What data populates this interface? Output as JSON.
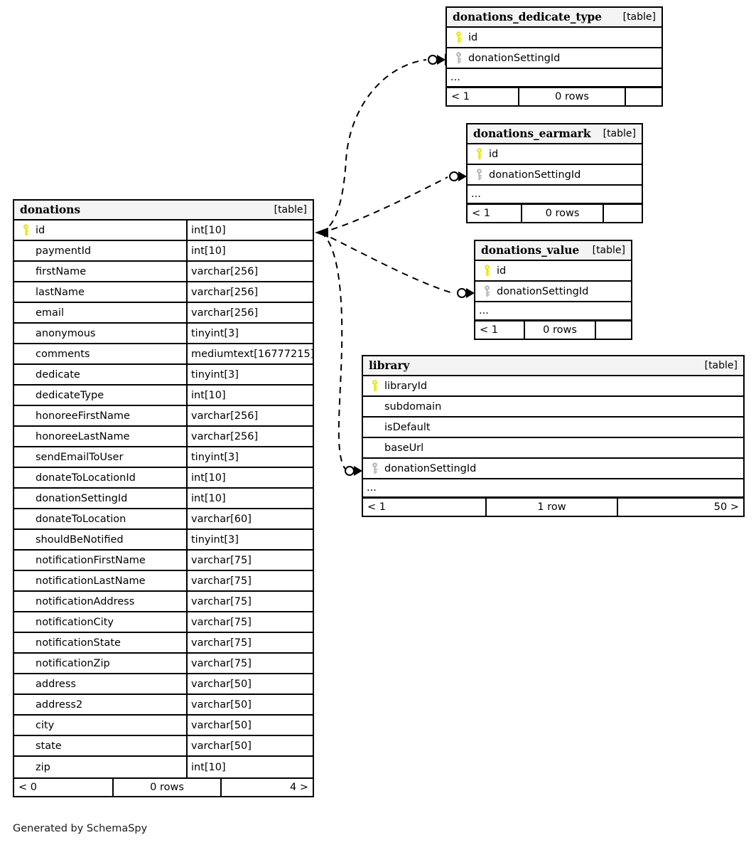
{
  "diagram": {
    "credit": "Generated by SchemaSpy",
    "table_tag": "[table]",
    "ellipsis": "...",
    "icons": {
      "pk": "primary-key-icon",
      "fk": "foreign-key-icon"
    },
    "colors": {
      "pk_key": "#e8e800",
      "fk_key": "#b8b8b8",
      "header_bg": "#f4f4f4",
      "border": "#000000",
      "edge": "#000000"
    }
  },
  "tables": {
    "donations": {
      "name": "donations",
      "tag": "[table]",
      "columns": [
        {
          "key": "pk",
          "name": "id",
          "type": "int[10]"
        },
        {
          "key": "",
          "name": "paymentId",
          "type": "int[10]"
        },
        {
          "key": "",
          "name": "firstName",
          "type": "varchar[256]"
        },
        {
          "key": "",
          "name": "lastName",
          "type": "varchar[256]"
        },
        {
          "key": "",
          "name": "email",
          "type": "varchar[256]"
        },
        {
          "key": "",
          "name": "anonymous",
          "type": "tinyint[3]"
        },
        {
          "key": "",
          "name": "comments",
          "type": "mediumtext[16777215]"
        },
        {
          "key": "",
          "name": "dedicate",
          "type": "tinyint[3]"
        },
        {
          "key": "",
          "name": "dedicateType",
          "type": "int[10]"
        },
        {
          "key": "",
          "name": "honoreeFirstName",
          "type": "varchar[256]"
        },
        {
          "key": "",
          "name": "honoreeLastName",
          "type": "varchar[256]"
        },
        {
          "key": "",
          "name": "sendEmailToUser",
          "type": "tinyint[3]"
        },
        {
          "key": "",
          "name": "donateToLocationId",
          "type": "int[10]"
        },
        {
          "key": "",
          "name": "donationSettingId",
          "type": "int[10]"
        },
        {
          "key": "",
          "name": "donateToLocation",
          "type": "varchar[60]"
        },
        {
          "key": "",
          "name": "shouldBeNotified",
          "type": "tinyint[3]"
        },
        {
          "key": "",
          "name": "notificationFirstName",
          "type": "varchar[75]"
        },
        {
          "key": "",
          "name": "notificationLastName",
          "type": "varchar[75]"
        },
        {
          "key": "",
          "name": "notificationAddress",
          "type": "varchar[75]"
        },
        {
          "key": "",
          "name": "notificationCity",
          "type": "varchar[75]"
        },
        {
          "key": "",
          "name": "notificationState",
          "type": "varchar[75]"
        },
        {
          "key": "",
          "name": "notificationZip",
          "type": "varchar[75]"
        },
        {
          "key": "",
          "name": "address",
          "type": "varchar[50]"
        },
        {
          "key": "",
          "name": "address2",
          "type": "varchar[50]"
        },
        {
          "key": "",
          "name": "city",
          "type": "varchar[50]"
        },
        {
          "key": "",
          "name": "state",
          "type": "varchar[50]"
        },
        {
          "key": "",
          "name": "zip",
          "type": "int[10]"
        }
      ],
      "has_ellipsis": false,
      "footer": {
        "left": "< 0",
        "center": "0 rows",
        "right": "4 >"
      }
    },
    "donations_dedicate_type": {
      "name": "donations_dedicate_type",
      "tag": "[table]",
      "columns": [
        {
          "key": "pk",
          "name": "id",
          "type": ""
        },
        {
          "key": "fk",
          "name": "donationSettingId",
          "type": ""
        }
      ],
      "has_ellipsis": true,
      "footer": {
        "left": "< 1",
        "center": "0 rows",
        "right": ""
      }
    },
    "donations_earmark": {
      "name": "donations_earmark",
      "tag": "[table]",
      "columns": [
        {
          "key": "pk",
          "name": "id",
          "type": ""
        },
        {
          "key": "fk",
          "name": "donationSettingId",
          "type": ""
        }
      ],
      "has_ellipsis": true,
      "footer": {
        "left": "< 1",
        "center": "0 rows",
        "right": ""
      }
    },
    "donations_value": {
      "name": "donations_value",
      "tag": "[table]",
      "columns": [
        {
          "key": "pk",
          "name": "id",
          "type": ""
        },
        {
          "key": "fk",
          "name": "donationSettingId",
          "type": ""
        }
      ],
      "has_ellipsis": true,
      "footer": {
        "left": "< 1",
        "center": "0 rows",
        "right": ""
      }
    },
    "library": {
      "name": "library",
      "tag": "[table]",
      "columns": [
        {
          "key": "pk",
          "name": "libraryId",
          "type": ""
        },
        {
          "key": "",
          "name": "subdomain",
          "type": ""
        },
        {
          "key": "",
          "name": "isDefault",
          "type": ""
        },
        {
          "key": "",
          "name": "baseUrl",
          "type": ""
        },
        {
          "key": "fk",
          "name": "donationSettingId",
          "type": ""
        }
      ],
      "has_ellipsis": true,
      "footer": {
        "left": "< 1",
        "center": "1 row",
        "right": "50 >"
      }
    }
  },
  "relationships": [
    {
      "from": "donations.id",
      "to": "donations_dedicate_type.donationSettingId"
    },
    {
      "from": "donations.id",
      "to": "donations_earmark.donationSettingId"
    },
    {
      "from": "donations.id",
      "to": "donations_value.donationSettingId"
    },
    {
      "from": "donations.id",
      "to": "library.donationSettingId"
    }
  ]
}
